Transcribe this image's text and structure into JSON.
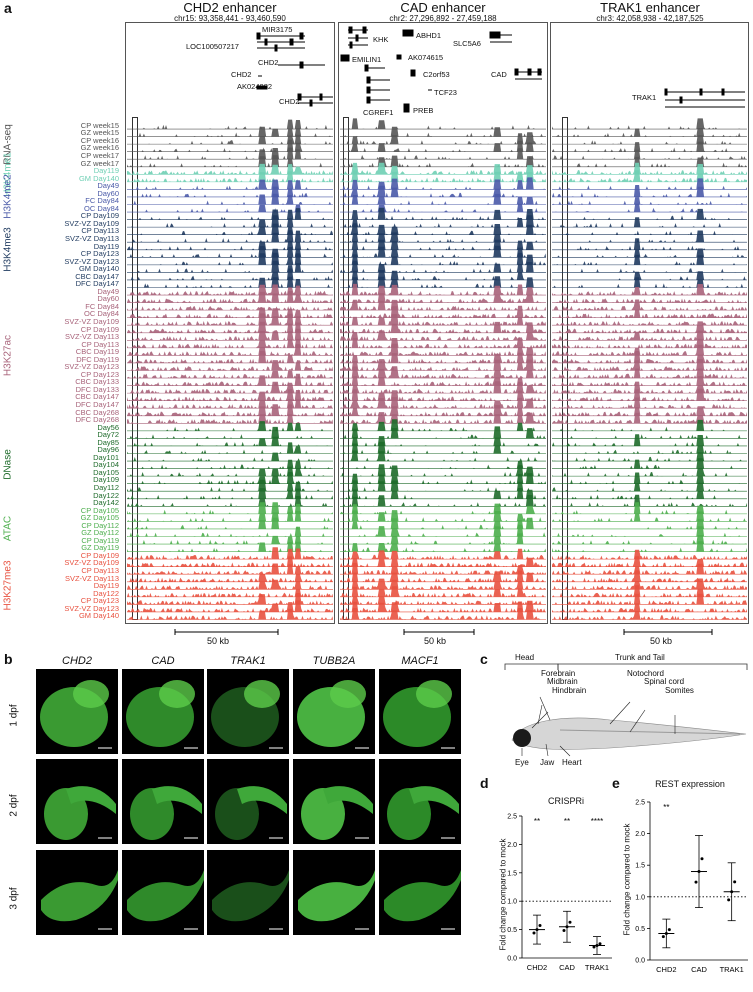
{
  "panels": {
    "a": "a",
    "b": "b",
    "c": "c",
    "d": "d",
    "e": "e"
  },
  "regions": [
    {
      "title": "CHD2 enhancer",
      "coord": "chr15: 93,358,441 - 93,460,590",
      "scale": "50 kb"
    },
    {
      "title": "CAD enhancer",
      "coord": "chr2: 27,296,892 - 27,459,188",
      "scale": "50 kb"
    },
    {
      "title": "TRAK1 enhancer",
      "coord": "chr3: 42,058,938 - 42,187,525",
      "scale": "50 kb"
    }
  ],
  "genes": {
    "chd2": [
      "MIR3175",
      "LOC100507217",
      "CHD2",
      "CHD2",
      "AK024082",
      "CHD2"
    ],
    "cad": [
      "KHK",
      "ABHD1",
      "SLC5A6",
      "EMILIN1",
      "AK074615",
      "C2orf53",
      "CAD",
      "TCF23",
      "CGREF1",
      "PREB"
    ],
    "trak1": [
      "TRAK1"
    ]
  },
  "groups": [
    {
      "name": "RNA-seq",
      "color": "#555555",
      "tracks": [
        "CP week15",
        "GZ week15",
        "CP week16",
        "GZ week16",
        "CP week17",
        "GZ week17"
      ]
    },
    {
      "name": "H3K4me1",
      "color": "#6fcfb4",
      "tracks": [
        "Day119",
        "GM Day140"
      ]
    },
    {
      "name": "H3K4me2",
      "color": "#4a5aa8",
      "tracks": [
        "Day49",
        "Day60",
        "FC Day84",
        "OC Day84"
      ]
    },
    {
      "name": "H3K4me3",
      "color": "#1f3a5f",
      "tracks": [
        "CP Day109",
        "SVZ-VZ Day109",
        "CP Day113",
        "SVZ-VZ Day113",
        "Day119",
        "CP Day123",
        "SVZ-VZ Day123",
        "GM Day140",
        "CBC Day147",
        "DFC Day147"
      ]
    },
    {
      "name": "H3K27ac",
      "color": "#a8637a",
      "tracks": [
        "Day49",
        "Day60",
        "FC Day84",
        "OC Day84",
        "SVZ-VZ Day109",
        "CP Day109",
        "SVZ-VZ Day113",
        "CP Day113",
        "CBC Day119",
        "DFC Day119",
        "SVZ-VZ Day123",
        "CP Day123",
        "CBC Day133",
        "DFC Day133",
        "CBC Day147",
        "DFC Day147",
        "CBC Day268",
        "DFC Day268"
      ]
    },
    {
      "name": "DNase",
      "color": "#1e6b2a",
      "tracks": [
        "Day56",
        "Day72",
        "Day85",
        "Day96",
        "Day101",
        "Day104",
        "Day105",
        "Day109",
        "Day112",
        "Day122",
        "Day142"
      ]
    },
    {
      "name": "ATAC",
      "color": "#4cae4c",
      "tracks": [
        "CP Day105",
        "GZ Day105",
        "CP Day112",
        "GZ Day112",
        "CP Day119",
        "GZ Day119"
      ]
    },
    {
      "name": "H3K27me3",
      "color": "#e8513f",
      "tracks": [
        "CP Day109",
        "SVZ-VZ Day109",
        "CP Day113",
        "SVZ-VZ Day113",
        "Day119",
        "Day122",
        "CP Day123",
        "SVZ-VZ Day123",
        "GM Day140"
      ]
    }
  ],
  "zebrafish": {
    "genes": [
      "CHD2",
      "CAD",
      "TRAK1",
      "TUBB2A",
      "MACF1"
    ],
    "stages": [
      "1 dpf",
      "2 dpf",
      "3 dpf"
    ]
  },
  "anatomy": {
    "labels": [
      "Head",
      "Trunk and Tail",
      "Forebrain",
      "Midbrain",
      "Hindbrain",
      "Notochord",
      "Spinal cord",
      "Somites",
      "Eye",
      "Jaw",
      "Heart"
    ]
  },
  "chart_data": [
    {
      "type": "scatter",
      "title": "CRISPRi",
      "ylabel": "Fold change compared to mock",
      "ylim": [
        0,
        2.5
      ],
      "yticks": [
        "0.0",
        "0.5",
        "1.0",
        "1.5",
        "2.0",
        "2.5"
      ],
      "categories": [
        "CHD2",
        "CAD",
        "TRAK1"
      ],
      "means": [
        0.5,
        0.55,
        0.22
      ],
      "significance": [
        "**",
        "**",
        "****"
      ],
      "reference_line": 1.0
    },
    {
      "type": "scatter",
      "title": "REST expression",
      "ylabel": "Fold change compared to mock",
      "ylim": [
        0,
        2.5
      ],
      "yticks": [
        "0.0",
        "0.5",
        "1.0",
        "1.5",
        "2.0",
        "2.5"
      ],
      "categories": [
        "CHD2",
        "CAD",
        "TRAK1"
      ],
      "means": [
        0.42,
        1.4,
        1.08
      ],
      "significance": [
        "**",
        "",
        ""
      ],
      "reference_line": 1.0
    }
  ]
}
